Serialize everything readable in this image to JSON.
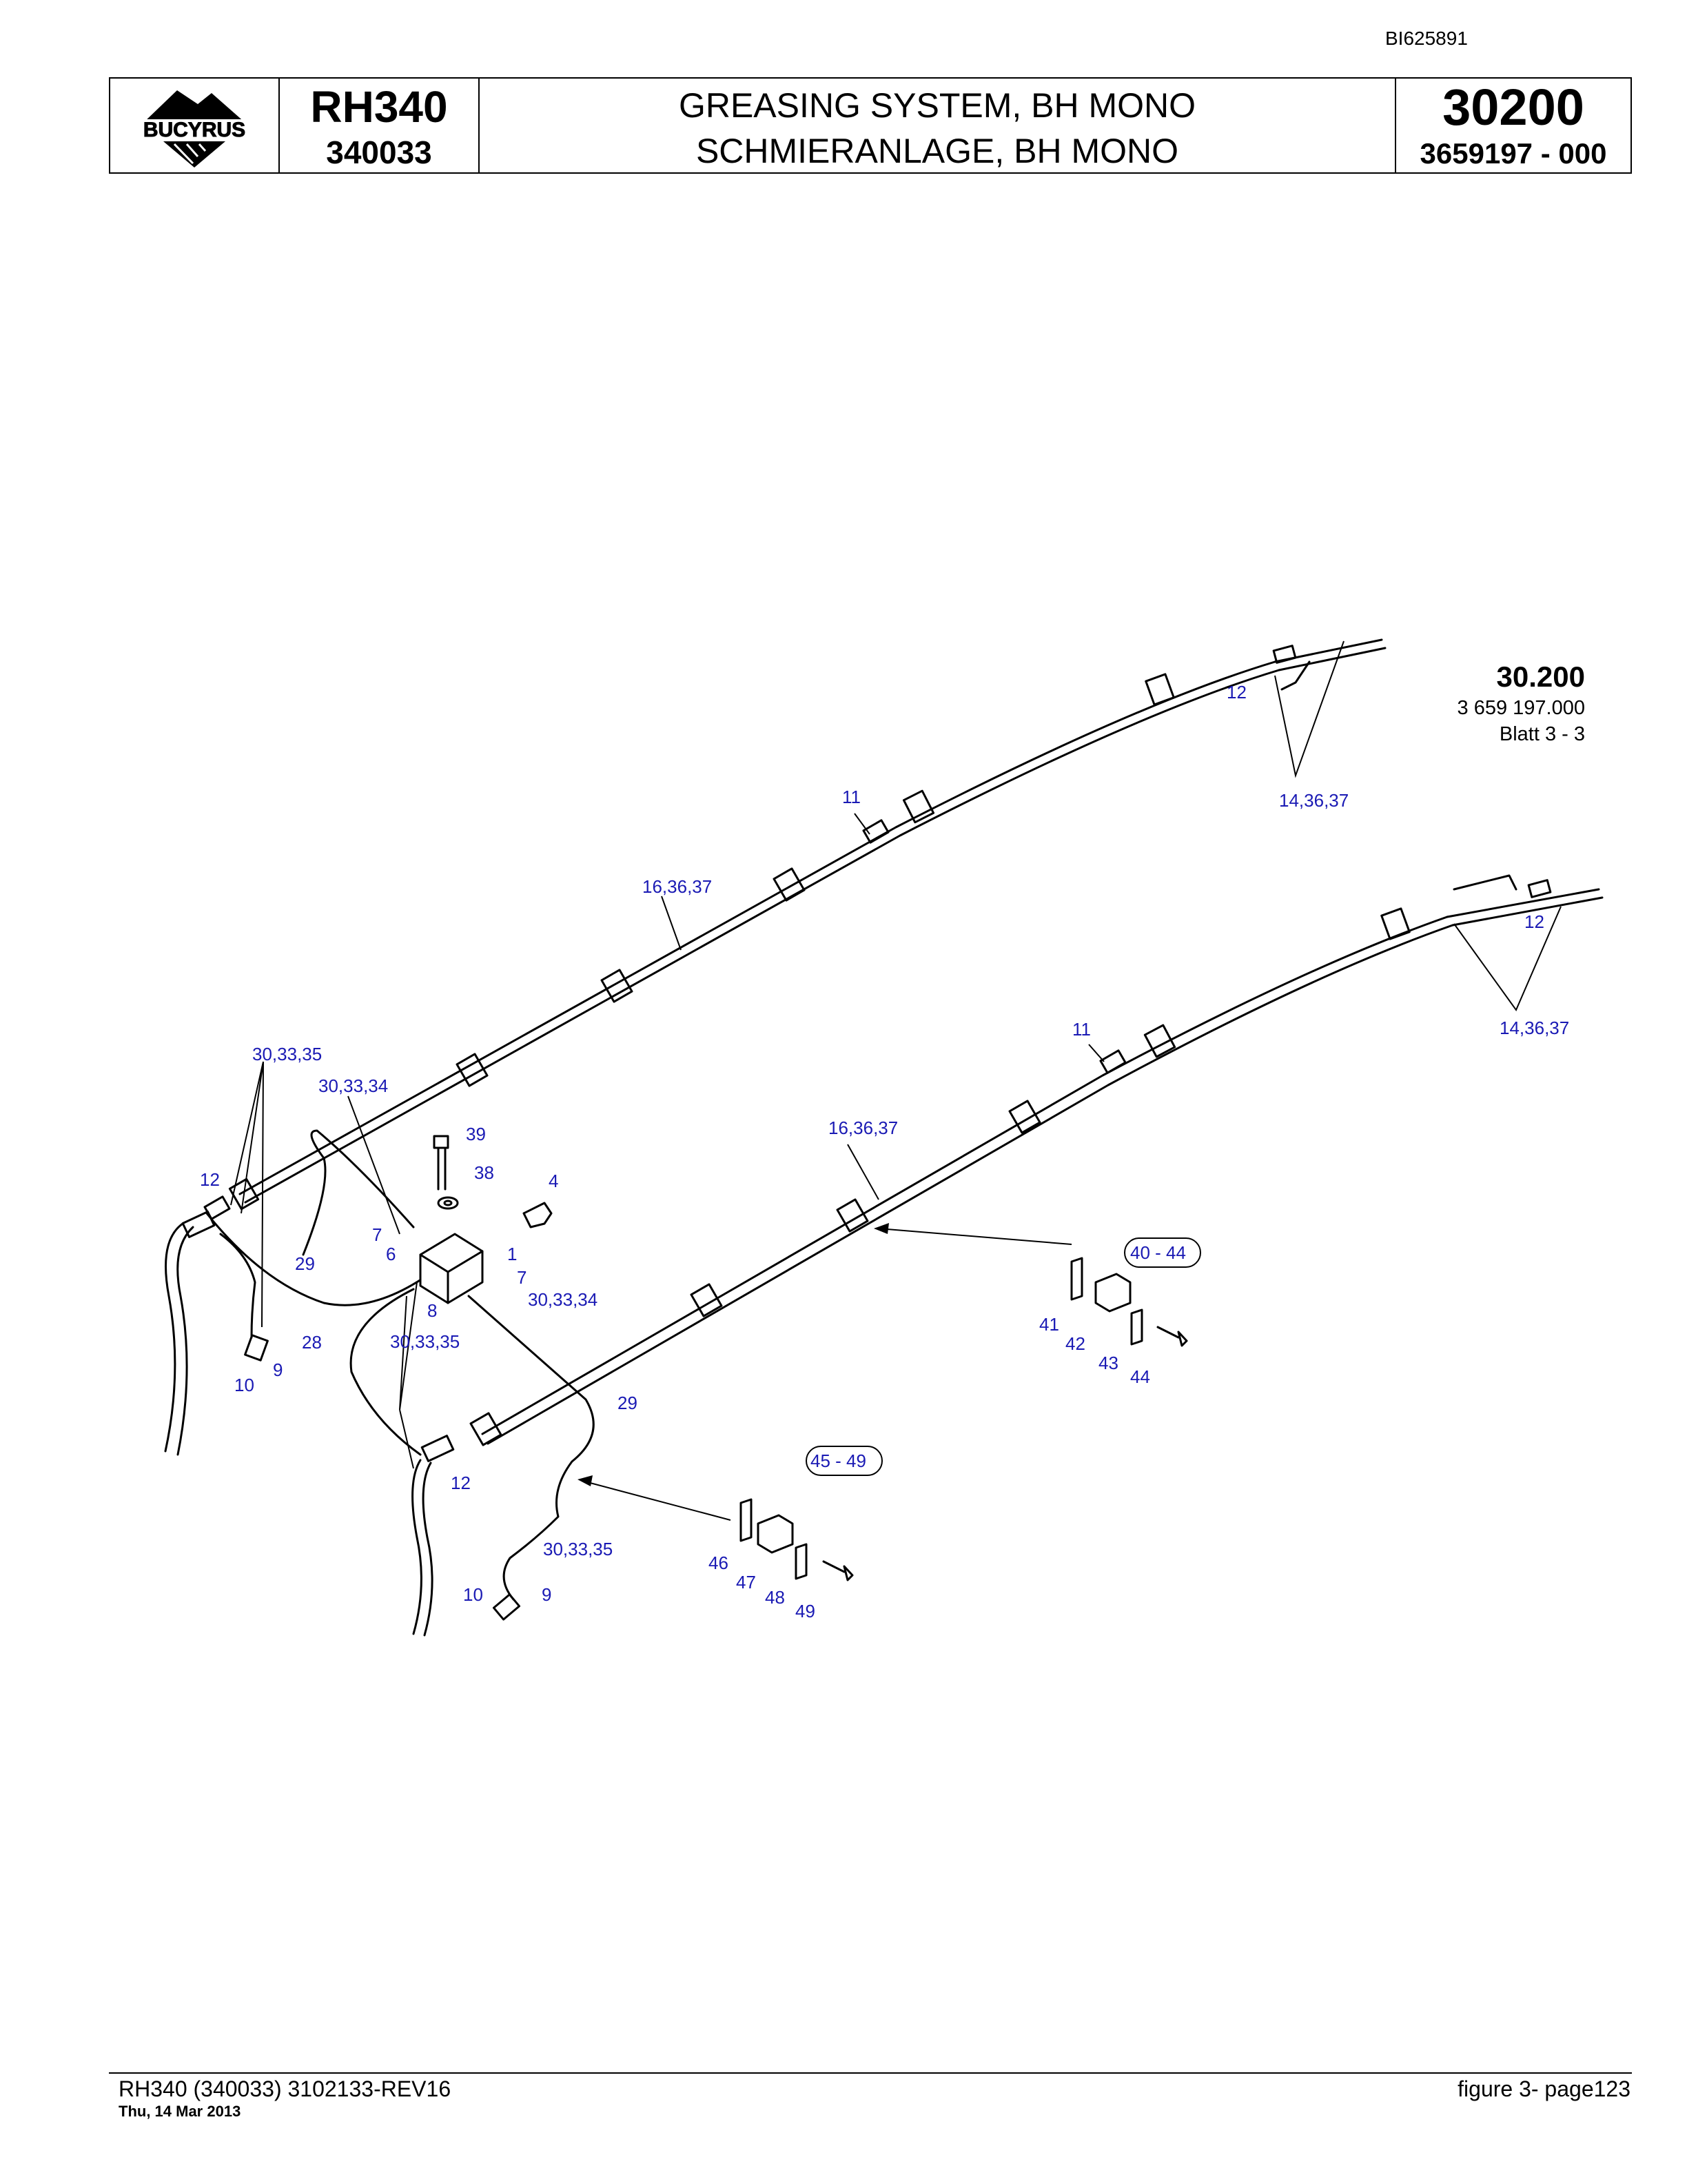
{
  "document_id": "BI625891",
  "header": {
    "logo_text": "BUCYRUS",
    "model": "RH340",
    "serial": "340033",
    "title_en": "GREASING SYSTEM, BH MONO",
    "title_de": "SCHMIERANLAGE, BH MONO",
    "group_number": "30200",
    "part_number": "3659197  - 000"
  },
  "sheet_info": {
    "number": "30.200",
    "drawing_number": "3 659 197.000",
    "sheet": "Blatt  3 - 3"
  },
  "callouts": {
    "c1": "12",
    "c2": "14,36,37",
    "c3": "11",
    "c4": "16,36,37",
    "c5": "12",
    "c6": "14,36,37",
    "c7": "11",
    "c8": "16,36,37",
    "c9": "30,33,35",
    "c10": "30,33,34",
    "c11": "39",
    "c12": "38",
    "c13": "4",
    "c14": "12",
    "c15": "7",
    "c16": "6",
    "c17": "1",
    "c18": "7",
    "c19": "29",
    "c20": "8",
    "c21": "30,33,34",
    "c22": "28",
    "c23": "30,33,35",
    "c24": "10",
    "c25": "9",
    "c26": "29",
    "c27": "12",
    "c28": "30,33,35",
    "c29": "10",
    "c30": "9",
    "c31": "40  -  44",
    "c32": "41",
    "c33": "42",
    "c34": "43",
    "c35": "44",
    "c36": "45  -  49",
    "c37": "46",
    "c38": "47",
    "c39": "48",
    "c40": "49"
  },
  "footer": {
    "left": "RH340 (340033) 3102133-REV16",
    "date": "Thu, 14 Mar 2013",
    "right": "figure  3-  page123"
  }
}
